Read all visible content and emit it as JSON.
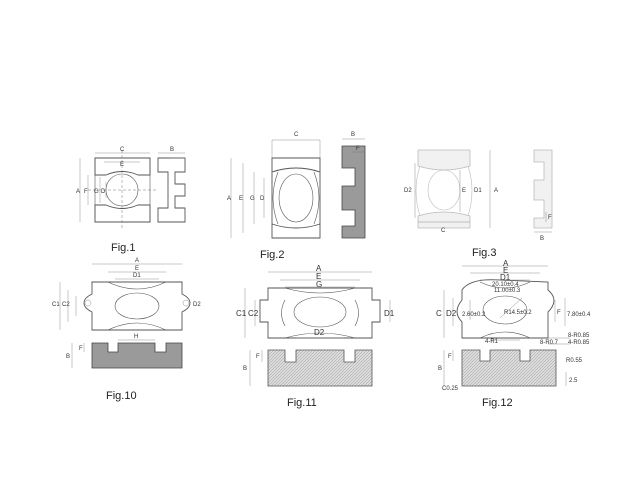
{
  "figures": [
    {
      "id": "fig1",
      "caption": "Fig.1",
      "dims": {
        "a": "A",
        "b": "B",
        "c": "C",
        "d": "D",
        "e": "E",
        "f": "F",
        "g": "G"
      }
    },
    {
      "id": "fig2",
      "caption": "Fig.2",
      "dims": {
        "a": "A",
        "b": "B",
        "c": "C",
        "d": "D",
        "e": "E",
        "f": "F",
        "g": "G"
      }
    },
    {
      "id": "fig3",
      "caption": "Fig.3",
      "dims": {
        "a": "A",
        "b": "B",
        "c": "C",
        "d1": "D1",
        "d2": "D2",
        "e": "E",
        "f": "F"
      }
    },
    {
      "id": "fig10",
      "caption": "Fig.10",
      "dims": {
        "a": "A",
        "e": "E",
        "d1": "D1",
        "c1": "C1",
        "c2": "C2",
        "d2": "D2",
        "f": "F",
        "b": "B",
        "h": "H"
      }
    },
    {
      "id": "fig11",
      "caption": "Fig.11",
      "dims": {
        "a": "A",
        "e": "E",
        "g": "G",
        "c1": "C1",
        "c2": "C2",
        "d1": "D1",
        "d2": "D2",
        "f": "F",
        "b": "B"
      }
    },
    {
      "id": "fig12",
      "caption": "Fig.12",
      "dims": {
        "a": "A",
        "e": "E",
        "d1": "D1",
        "c": "C",
        "d2": "D2",
        "f": "F",
        "b": "B",
        "t1": "20.10±0.4",
        "t2": "11.00±0.3",
        "t3": "R14.5±0.2",
        "t4": "7.80±0.4",
        "t5": "8-R0.85",
        "t6": "4-R0.85",
        "t7": "8-R0.7",
        "t8": "4-R1",
        "t9": "R0.55",
        "t10": "C0.25",
        "t11": "2.60±0.2",
        "t12": "2.5"
      }
    }
  ]
}
